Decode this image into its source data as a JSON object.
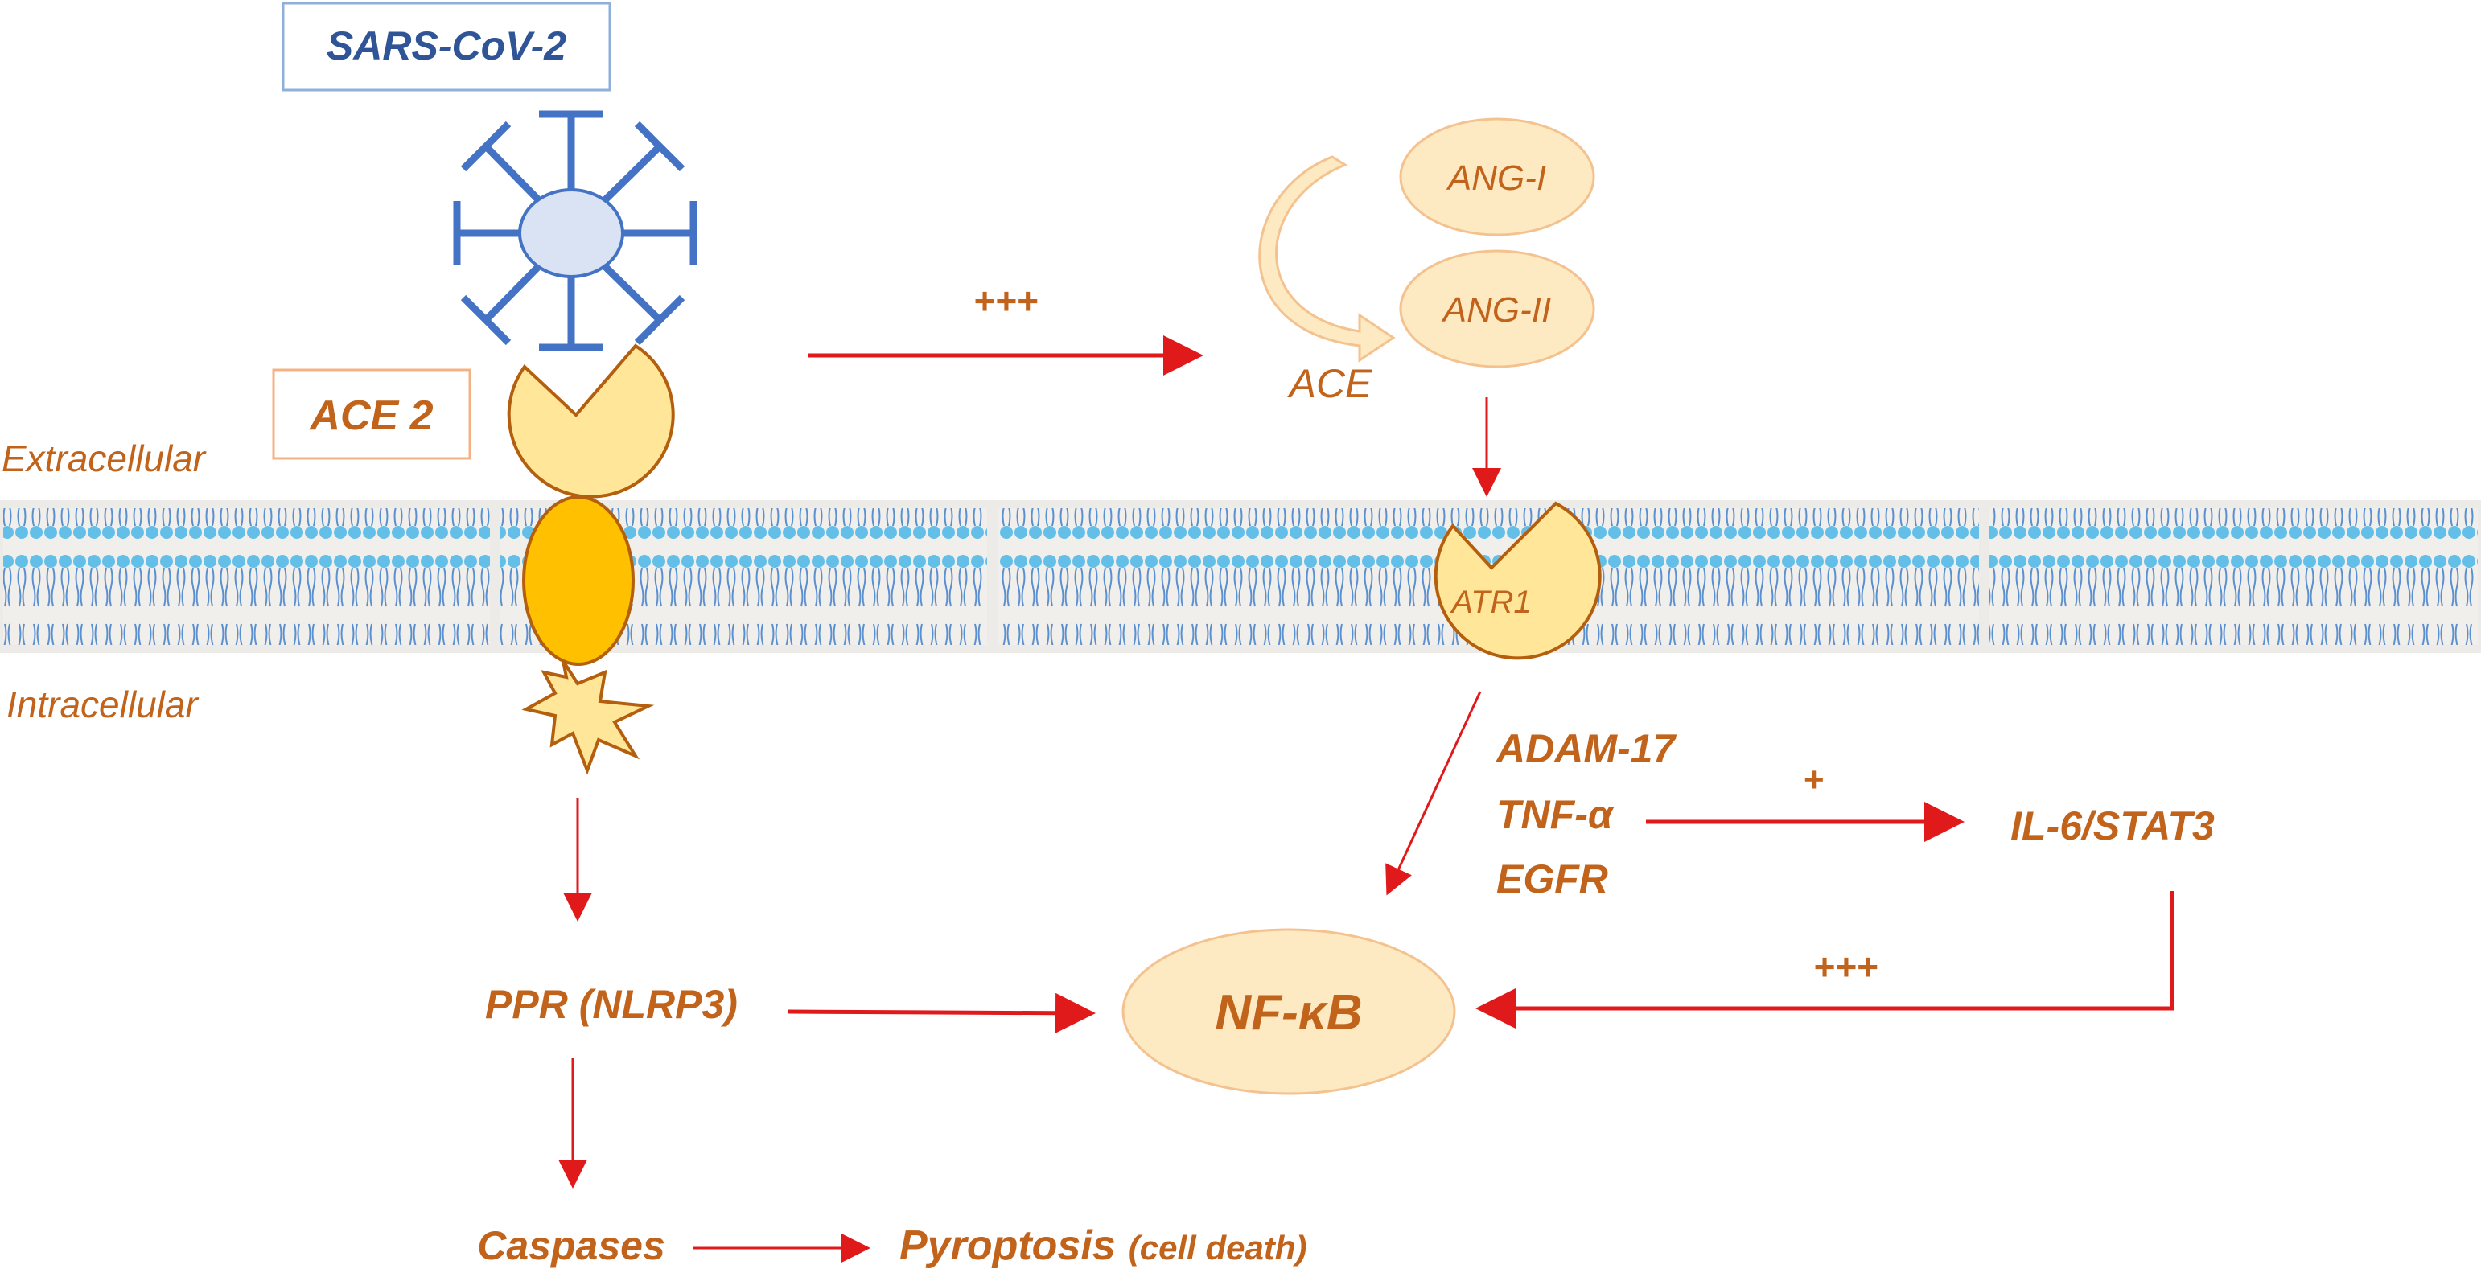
{
  "virus": {
    "label": "SARS-CoV-2"
  },
  "receptor": {
    "label": "ACE 2"
  },
  "regions": {
    "extracellular": "Extracellular",
    "intracellular": "Intracellular"
  },
  "ras": {
    "ang1": "ANG-I",
    "ang2": "ANG-II",
    "ace": "ACE",
    "atr1": "ATR1"
  },
  "signals": {
    "plus3_top": "+++",
    "plus3_right": "+++",
    "plus1": "+",
    "mediators": [
      "ADAM-17",
      "TNF-α",
      "EGFR"
    ],
    "il6": "IL-6/STAT3",
    "nfkb": "NF-κB",
    "ppr": "PPR (NLRP3)",
    "caspases": "Caspases",
    "pyroptosis": "Pyroptosis",
    "pyroptosis_note": "(cell death)"
  },
  "colors": {
    "text": "#c1631a",
    "virus_text": "#2f5597",
    "arrow": "#e0191b",
    "virus_blue": "#4472c4",
    "cream": "#fde9c2",
    "ace2_fill": "#ffe699",
    "ace2_body": "#ffc000",
    "membrane": "#4fb2dd"
  }
}
